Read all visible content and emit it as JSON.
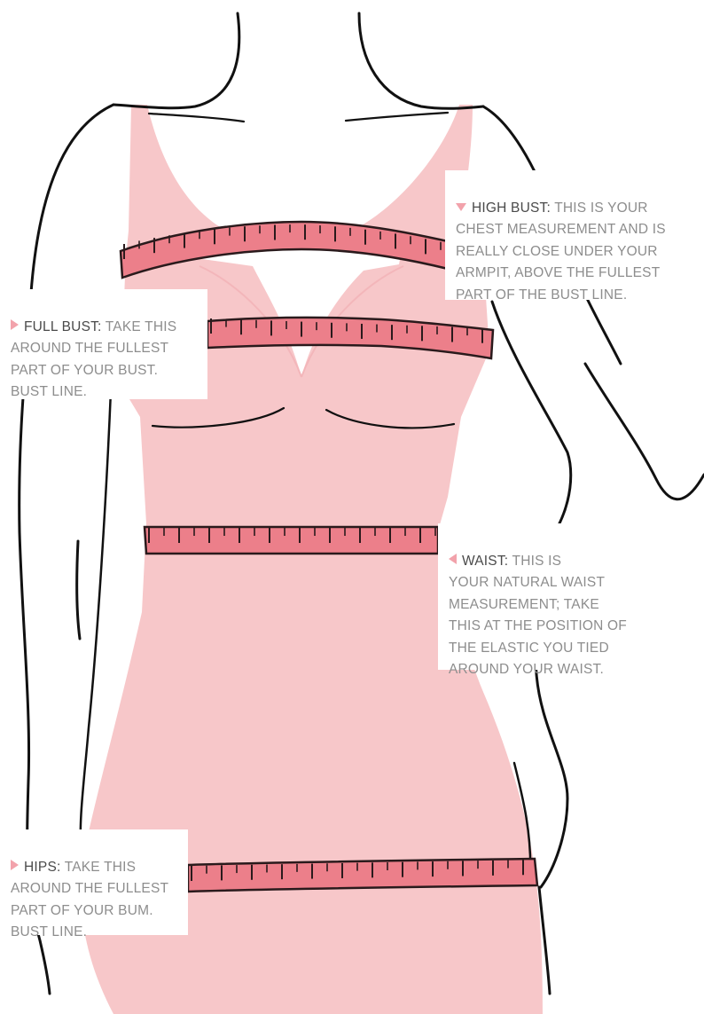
{
  "colors": {
    "dress_fill": "#f7c7c9",
    "tape_fill": "#ec7f8a",
    "tape_edge": "#2a1a1c",
    "outline": "#111111",
    "marker": "#f2a2ab",
    "term_text": "#4a4a4a",
    "body_text": "#8d8d8d"
  },
  "labels": {
    "high_bust": {
      "term": "HIGH BUST:",
      "text": " THIS IS YOUR\nCHEST MEASUREMENT AND IS\nREALLY CLOSE UNDER YOUR\nARMPIT, ABOVE THE FULLEST\nPART OF THE BUST LINE.",
      "marker": "triangle-down-icon"
    },
    "full_bust": {
      "term": "FULL BUST:",
      "text": " TAKE THIS\nAROUND THE FULLEST\nPART OF YOUR BUST.\nBUST LINE.",
      "marker": "triangle-right-icon"
    },
    "waist": {
      "term": "WAIST:",
      "text": " THIS IS\nYOUR NATURAL WAIST\nMEASUREMENT; TAKE\nTHIS AT THE POSITION OF\nTHE ELASTIC YOU TIED\nAROUND YOUR WAIST.",
      "marker": "triangle-left-icon"
    },
    "hips": {
      "term": "HIPS:",
      "text": " TAKE THIS\nAROUND THE FULLEST\nPART OF YOUR BUM.\n BUST LINE.",
      "marker": "triangle-right-icon"
    }
  }
}
